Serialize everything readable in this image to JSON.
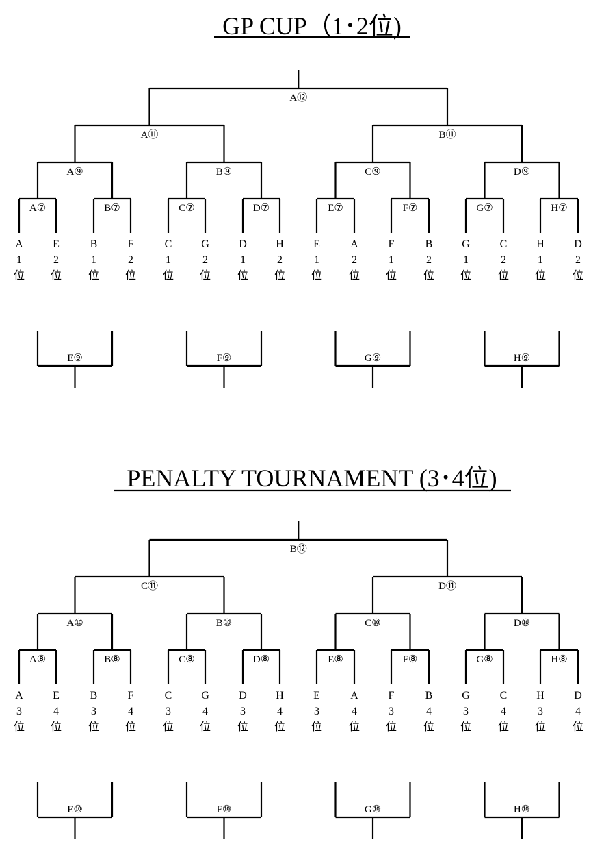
{
  "tournaments": [
    {
      "title": "GP  CUP（1･2位)",
      "final": "A⑫",
      "semis": [
        "A⑪",
        "B⑪"
      ],
      "quarters": [
        "A⑨",
        "B⑨",
        "C⑨",
        "D⑨"
      ],
      "round1": [
        "A⑦",
        "B⑦",
        "C⑦",
        "D⑦",
        "E⑦",
        "F⑦",
        "G⑦",
        "H⑦"
      ],
      "leaves": [
        {
          "team": "A",
          "rank": "1",
          "unit": "位"
        },
        {
          "team": "E",
          "rank": "2",
          "unit": "位"
        },
        {
          "team": "B",
          "rank": "1",
          "unit": "位"
        },
        {
          "team": "F",
          "rank": "2",
          "unit": "位"
        },
        {
          "team": "C",
          "rank": "1",
          "unit": "位"
        },
        {
          "team": "G",
          "rank": "2",
          "unit": "位"
        },
        {
          "team": "D",
          "rank": "1",
          "unit": "位"
        },
        {
          "team": "H",
          "rank": "2",
          "unit": "位"
        },
        {
          "team": "E",
          "rank": "1",
          "unit": "位"
        },
        {
          "team": "A",
          "rank": "2",
          "unit": "位"
        },
        {
          "team": "F",
          "rank": "1",
          "unit": "位"
        },
        {
          "team": "B",
          "rank": "2",
          "unit": "位"
        },
        {
          "team": "G",
          "rank": "1",
          "unit": "位"
        },
        {
          "team": "C",
          "rank": "2",
          "unit": "位"
        },
        {
          "team": "H",
          "rank": "1",
          "unit": "位"
        },
        {
          "team": "D",
          "rank": "2",
          "unit": "位"
        }
      ],
      "consolation": [
        "E⑨",
        "F⑨",
        "G⑨",
        "H⑨"
      ]
    },
    {
      "title": "PENALTY  TOURNAMENT (3･4位)",
      "final": "B⑫",
      "semis": [
        "C⑪",
        "D⑪"
      ],
      "quarters": [
        "A⑩",
        "B⑩",
        "C⑩",
        "D⑩"
      ],
      "round1": [
        "A⑧",
        "B⑧",
        "C⑧",
        "D⑧",
        "E⑧",
        "F⑧",
        "G⑧",
        "H⑧"
      ],
      "leaves": [
        {
          "team": "A",
          "rank": "3",
          "unit": "位"
        },
        {
          "team": "E",
          "rank": "4",
          "unit": "位"
        },
        {
          "team": "B",
          "rank": "3",
          "unit": "位"
        },
        {
          "team": "F",
          "rank": "4",
          "unit": "位"
        },
        {
          "team": "C",
          "rank": "3",
          "unit": "位"
        },
        {
          "team": "G",
          "rank": "4",
          "unit": "位"
        },
        {
          "team": "D",
          "rank": "3",
          "unit": "位"
        },
        {
          "team": "H",
          "rank": "4",
          "unit": "位"
        },
        {
          "team": "E",
          "rank": "3",
          "unit": "位"
        },
        {
          "team": "A",
          "rank": "4",
          "unit": "位"
        },
        {
          "team": "F",
          "rank": "3",
          "unit": "位"
        },
        {
          "team": "B",
          "rank": "4",
          "unit": "位"
        },
        {
          "team": "G",
          "rank": "3",
          "unit": "位"
        },
        {
          "team": "C",
          "rank": "4",
          "unit": "位"
        },
        {
          "team": "H",
          "rank": "3",
          "unit": "位"
        },
        {
          "team": "D",
          "rank": "4",
          "unit": "位"
        }
      ],
      "consolation": [
        "E⑩",
        "F⑩",
        "G⑩",
        "H⑩"
      ]
    }
  ]
}
